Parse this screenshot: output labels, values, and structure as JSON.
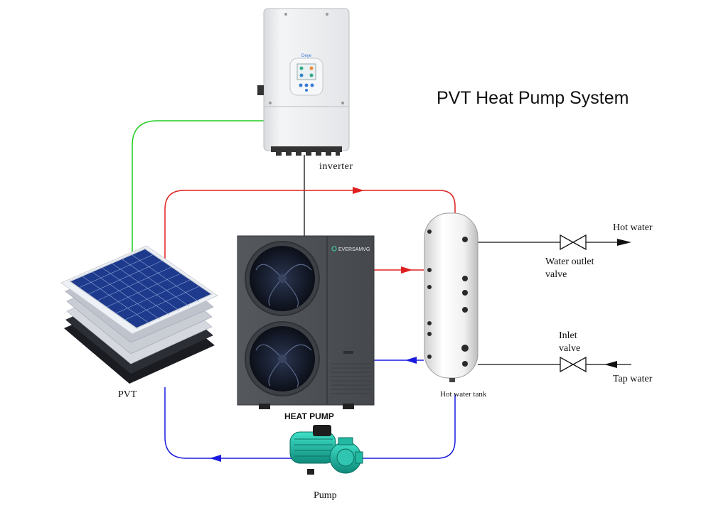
{
  "title": "PVT Heat Pump System",
  "labels": {
    "inverter": "inverter",
    "pvt": "PVT",
    "heat_pump": "HEAT PUMP",
    "hot_water_tank": "Hot water tank",
    "pump": "Pump",
    "hot_water": "Hot water",
    "water_outlet_valve_line1": "Water outlet",
    "water_outlet_valve_line2": "valve",
    "inlet_valve_line1": "Inlet",
    "inlet_valve_line2": "valve",
    "tap_water": "Tap water"
  },
  "heat_pump_brand": "EVERSAMVG",
  "inverter_brand": "Deye",
  "colors": {
    "electric_line": "#22cc22",
    "hot_line": "#e02020",
    "cold_line": "#1a1ae0",
    "pipe_line": "#111111",
    "heat_pump_body": "#4a4d52",
    "inverter_body": "#eceef0",
    "tank_body": "#f2f2f2"
  }
}
